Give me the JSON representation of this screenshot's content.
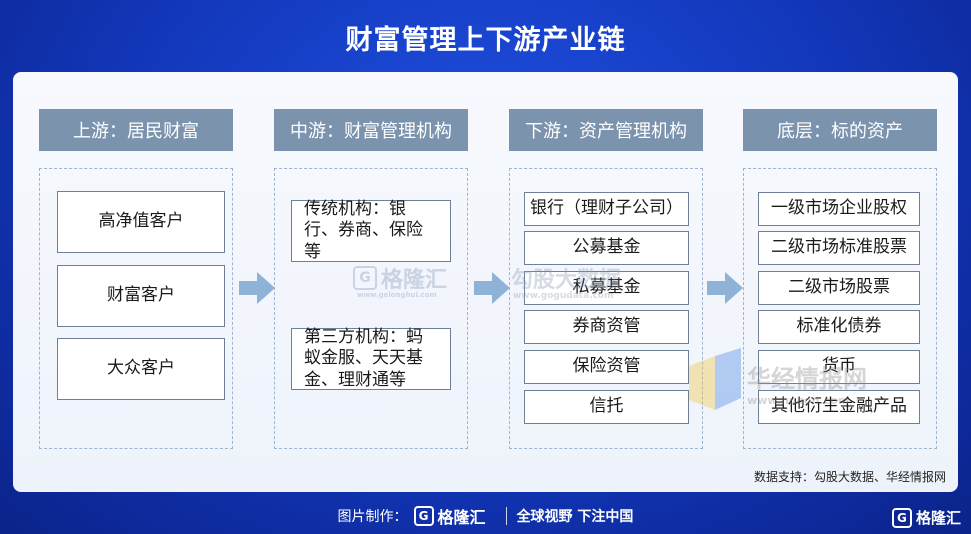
{
  "title": "财富管理上下游产业链",
  "columns": [
    {
      "header": "上游：居民财富",
      "items": [
        "高净值客户",
        "财富客户",
        "大众客户"
      ]
    },
    {
      "header": "中游：财富管理机构",
      "items": [
        "传统机构：银行、券商、保险等",
        "第三方机构：蚂蚁金服、天天基金、理财通等"
      ]
    },
    {
      "header": "下游：资产管理机构",
      "items": [
        "银行（理财子公司）",
        "公募基金",
        "私募基金",
        "券商资管",
        "保险资管",
        "信托"
      ]
    },
    {
      "header": "底层：标的资产",
      "items": [
        "一级市场企业股权",
        "二级市场标准股票",
        "二级市场股票",
        "标准化债券",
        "货币",
        "其他衍生金融产品"
      ]
    }
  ],
  "source": "数据支持：勾股大数据、华经情报网",
  "watermarks": {
    "gelonghui": "格隆汇",
    "gelonghui_url": "www.gelonghui.com",
    "gogudata": "勾股大数据",
    "gogudata_url": "www.gogudata.com",
    "huaon": "华经情报网",
    "huaon_url": "www.huaon.com"
  },
  "footer": {
    "made_by": "图片制作：",
    "logo_text": "格隆汇",
    "logo_letter": "G",
    "slogan": "全球视野 下注中国",
    "corner_logo": "格隆汇"
  },
  "colors": {
    "background": "#1236b8",
    "header_fill": "#7b93ad",
    "arrow": "#8fb3d6"
  }
}
